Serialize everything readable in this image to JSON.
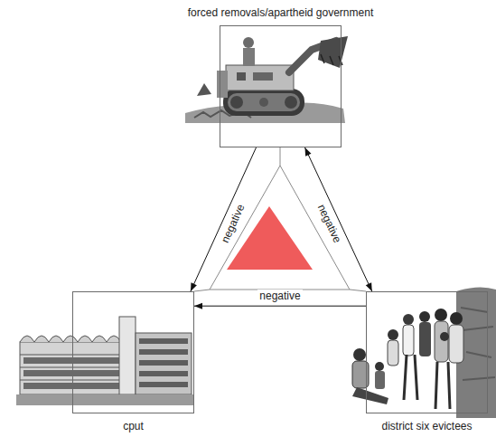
{
  "diagram": {
    "nodes": [
      {
        "text": [
          "forced removals/apartheid government"
        ]
      },
      {
        "text": [
          "cput"
        ]
      },
      {
        "text": [
          "district six evictees"
        ]
      }
    ],
    "edges": [
      {
        "from": 0,
        "to": 1,
        "arrow": "to",
        "label": "negative"
      },
      {
        "from": 0,
        "to": 2,
        "arrow": "both",
        "label": "negative"
      },
      {
        "from": 2,
        "to": 1,
        "arrow": "to",
        "label": "negative"
      }
    ]
  }
}
